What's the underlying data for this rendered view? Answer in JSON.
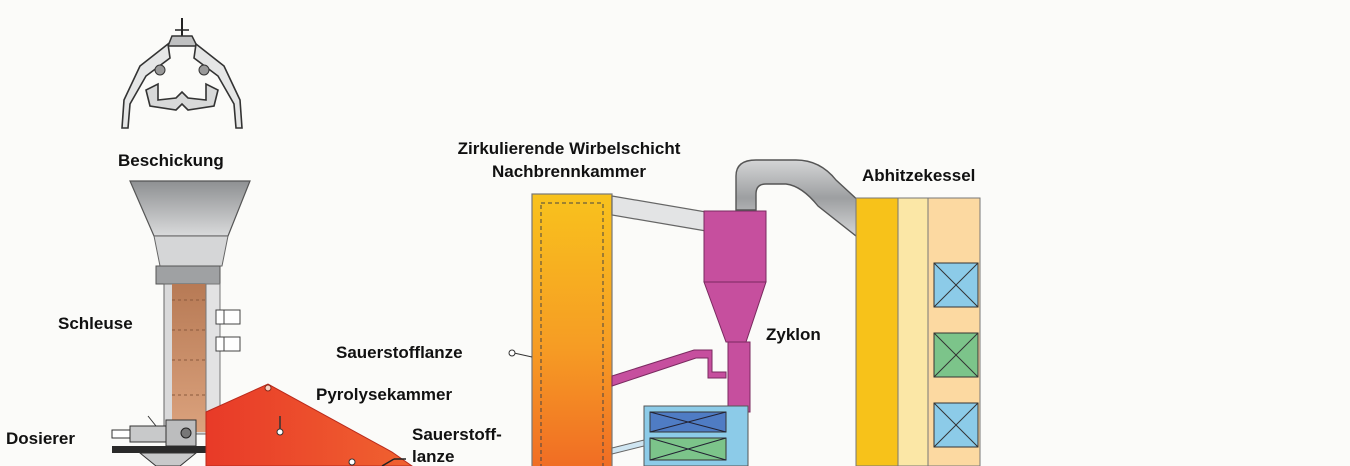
{
  "labels": {
    "beschickung": "Beschickung",
    "schleuse": "Schleuse",
    "dosierer": "Dosierer",
    "pyrolysekammer": "Pyrolysekammer",
    "sauerstofflanze_lower_1": "Sauerstoff-",
    "sauerstofflanze_lower_2": "lanze",
    "sauerstofflanze_upper": "Sauerstofflanze",
    "wirbelschicht_line1": "Zirkulierende Wirbelschicht",
    "wirbelschicht_line2": "Nachbrennkammer",
    "zyklon": "Zyklon",
    "abhitzekessel": "Abhitzekessel"
  },
  "colors": {
    "background": "#fbfbf9",
    "cyclone": "#c64f9e",
    "duct_grey": "#a7a9ab",
    "boiler_yellow": "#f7c21a",
    "boiler_light": "#fbe7a6",
    "boiler_tan": "#fcd9a1",
    "hx_blue": "#8ccbe8",
    "hx_green": "#7cc48a",
    "pyrolysis_red": "#e8432a"
  }
}
